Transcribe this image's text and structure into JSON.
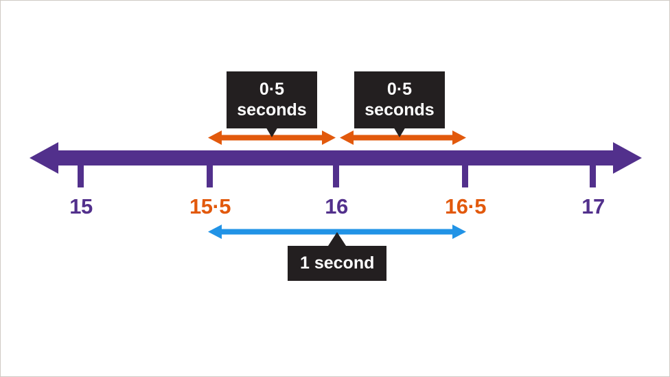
{
  "figure": {
    "type": "number-line-diagram",
    "title": "",
    "background_color": "#ffffff",
    "border_color": "#cfcac4"
  },
  "colors": {
    "purple": "#52308c",
    "orange": "#e2590c",
    "blue": "#2193e6",
    "callout_background": "#231f20",
    "callout_text": "#ffffff"
  },
  "number_line": {
    "name": "time-number-line",
    "axis_color": "#52308c",
    "double_headed": true,
    "range_start": 15,
    "range_end": 17,
    "ticks": [
      {
        "value": "15",
        "label": "15",
        "color": "#52308c"
      },
      {
        "value": "15.5",
        "label": "15·5",
        "color": "#e2590c"
      },
      {
        "value": "16",
        "label": "16",
        "color": "#52308c"
      },
      {
        "value": "16.5",
        "label": "16·5",
        "color": "#e2590c"
      },
      {
        "value": "17",
        "label": "17",
        "color": "#52308c"
      }
    ]
  },
  "measures": {
    "upper": [
      {
        "name": "interval-15-5-to-16",
        "from": "15·5",
        "to": "16",
        "arrow_color": "#e2590c",
        "label_line_1": "0·5",
        "label_line_2": "seconds"
      },
      {
        "name": "interval-16-to-16-5",
        "from": "16",
        "to": "16·5",
        "arrow_color": "#e2590c",
        "label_line_1": "0·5",
        "label_line_2": "seconds"
      }
    ],
    "lower": [
      {
        "name": "interval-15-5-to-16-5",
        "from": "15·5",
        "to": "16·5",
        "arrow_color": "#2193e6",
        "label": "1 second"
      }
    ]
  },
  "chart_data": {
    "type": "number-line",
    "title": "Number line from 15 to 17 showing two 0·5 second intervals making 1 second",
    "xlabel": "",
    "ylabel": "",
    "xlim": [
      15,
      17
    ],
    "tick_values": [
      15,
      15.5,
      16,
      16.5,
      17
    ],
    "tick_labels": [
      "15",
      "15·5",
      "16",
      "16·5",
      "17"
    ],
    "tick_label_colors": [
      "#52308c",
      "#e2590c",
      "#52308c",
      "#e2590c",
      "#52308c"
    ],
    "annotations": [
      {
        "span": [
          15.5,
          16.0
        ],
        "length": 0.5,
        "text": "0·5 seconds",
        "color": "#e2590c",
        "side": "above"
      },
      {
        "span": [
          16.0,
          16.5
        ],
        "length": 0.5,
        "text": "0·5 seconds",
        "color": "#e2590c",
        "side": "above"
      },
      {
        "span": [
          15.5,
          16.5
        ],
        "length": 1.0,
        "text": "1 second",
        "color": "#2193e6",
        "side": "below"
      }
    ],
    "grid": false,
    "legend": "none"
  }
}
